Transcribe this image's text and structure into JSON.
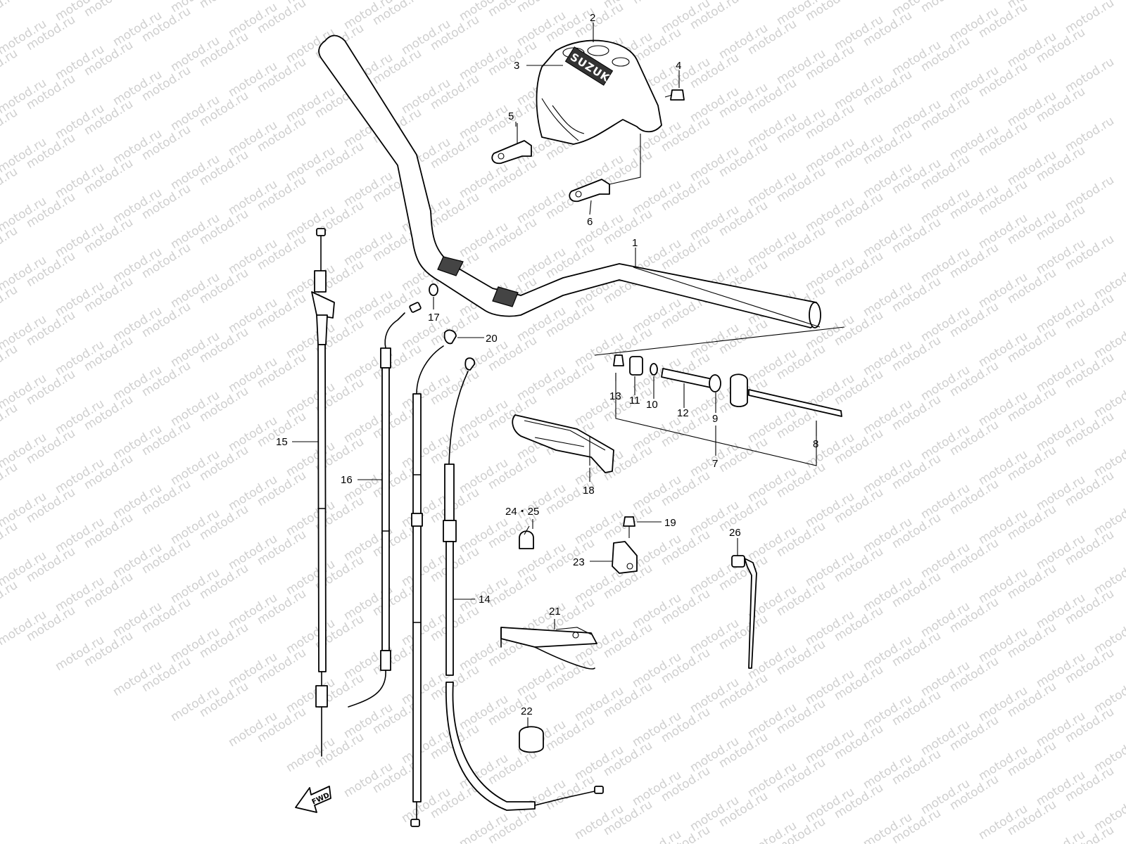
{
  "watermark": "motod.ru",
  "brand_logo": "SUZUKI",
  "direction_arrow": "FWD",
  "callouts": [
    "1",
    "2",
    "3",
    "4",
    "5",
    "6",
    "7",
    "8",
    "9",
    "10",
    "11",
    "12",
    "13",
    "14",
    "15",
    "16",
    "17",
    "18",
    "19",
    "20",
    "21",
    "22",
    "23",
    "24・25",
    "26"
  ]
}
